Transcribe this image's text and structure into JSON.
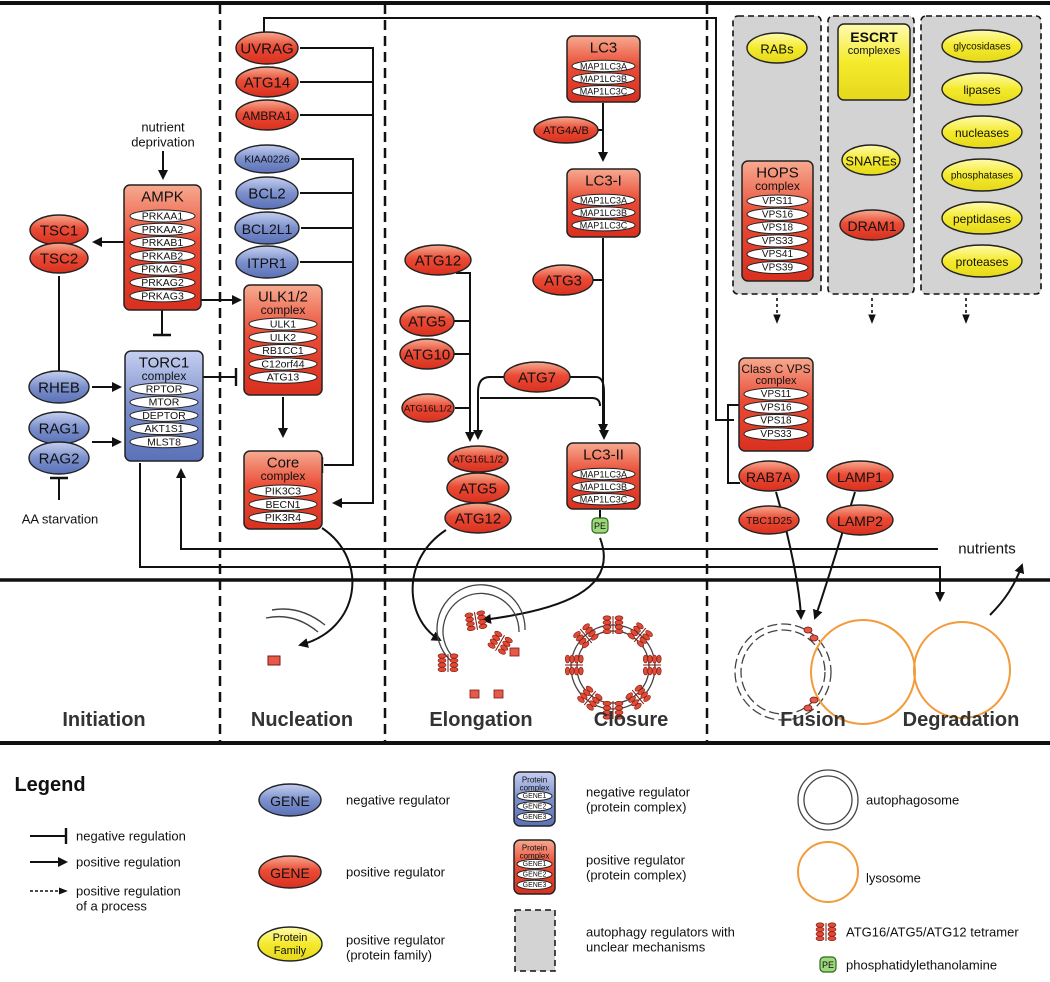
{
  "stages": [
    "Initiation",
    "Nucleation",
    "Elongation",
    "Closure",
    "Fusion",
    "Degradation"
  ],
  "labels": {
    "nutrient_deprivation": [
      "nutrient",
      "deprivation"
    ],
    "aa_starvation": "AA starvation",
    "nutrients": "nutrients"
  },
  "colors": {
    "red": "#e8433a",
    "blue": "#6f86c6",
    "yellow": "#f3ec35",
    "grey": "#d3d3d3",
    "orange": "#f39a3a",
    "green": "#8fcf6f"
  },
  "genes": {
    "tsc1": "TSC1",
    "tsc2": "TSC2",
    "rheb": "RHEB",
    "rag1": "RAG1",
    "rag2": "RAG2",
    "uvrag": "UVRAG",
    "atg14": "ATG14",
    "ambra1": "AMBRA1",
    "kiaa0226": "KIAA0226",
    "bcl2": "BCL2",
    "bcl2l1": "BCL2L1",
    "itpr1": "ITPR1",
    "atg12a": "ATG12",
    "atg5a": "ATG5",
    "atg10": "ATG10",
    "atg16l1a": "ATG16L1/2",
    "atg7": "ATG7",
    "atg3": "ATG3",
    "atg4": "ATG4A/B",
    "atg16l1b": "ATG16L1/2",
    "atg5b": "ATG5",
    "atg12b": "ATG12",
    "rab7a": "RAB7A",
    "lamp1": "LAMP1",
    "tbc1d25": "TBC1D25",
    "lamp2": "LAMP2",
    "dram1": "DRAM1"
  },
  "complexes": {
    "ampk": {
      "title": "AMPK",
      "sub": "",
      "members": [
        "PRKAA1",
        "PRKAA2",
        "PRKAB1",
        "PRKAB2",
        "PRKAG1",
        "PRKAG2",
        "PRKAG3"
      ]
    },
    "torc1": {
      "title": "TORC1",
      "sub": "complex",
      "members": [
        "RPTOR",
        "MTOR",
        "DEPTOR",
        "AKT1S1",
        "MLST8"
      ]
    },
    "ulk": {
      "title": "ULK1/2",
      "sub": "complex",
      "members": [
        "ULK1",
        "ULK2",
        "RB1CC1",
        "C12orf44",
        "ATG13"
      ]
    },
    "core": {
      "title": "Core",
      "sub": "complex",
      "members": [
        "PIK3C3",
        "BECN1",
        "PIK3R4"
      ]
    },
    "lc3": {
      "title": "LC3",
      "sub": "",
      "members": [
        "MAP1LC3A",
        "MAP1LC3B",
        "MAP1LC3C"
      ]
    },
    "lc3i": {
      "title": "LC3-I",
      "sub": "",
      "members": [
        "MAP1LC3A",
        "MAP1LC3B",
        "MAP1LC3C"
      ]
    },
    "lc3ii": {
      "title": "LC3-II",
      "sub": "",
      "members": [
        "MAP1LC3A",
        "MAP1LC3B",
        "MAP1LC3C"
      ]
    },
    "hops": {
      "title": "HOPS",
      "sub": "complex",
      "members": [
        "VPS11",
        "VPS16",
        "VPS18",
        "VPS33",
        "VPS41",
        "VPS39"
      ]
    },
    "classc": {
      "title": "Class C VPS",
      "sub": "complex",
      "members": [
        "VPS11",
        "VPS16",
        "VPS18",
        "VPS33"
      ]
    }
  },
  "pe": "PE",
  "families": {
    "rabs": "RABs",
    "snares": "SNAREs",
    "escrt_title": "ESCRT",
    "escrt_sub": "complexes",
    "items": [
      "glycosidases",
      "lipases",
      "nucleases",
      "phosphatases",
      "peptidases",
      "proteases"
    ]
  },
  "legend": {
    "title": "Legend",
    "neg_reg": "negative regulation",
    "pos_reg": "positive regulation",
    "pos_proc": [
      "positive regulation",
      "of a process"
    ],
    "gene": "GENE",
    "neg_regulator": "negative regulator",
    "pos_regulator": "positive regulator",
    "protein_family": [
      "Protein",
      "Family"
    ],
    "pos_reg_family": [
      "positive regulator",
      "(protein family)"
    ],
    "complex_label": [
      "Protein",
      "complex"
    ],
    "complex_genes": [
      "GENE1",
      "GENE2",
      "GENE3"
    ],
    "neg_reg_complex": [
      "negative regulator",
      "(protein complex)"
    ],
    "pos_reg_complex": [
      "positive regulator",
      "(protein complex)"
    ],
    "unclear": [
      "autophagy regulators with",
      "unclear mechanisms"
    ],
    "autophagosome": "autophagosome",
    "lysosome": "lysosome",
    "tetramer": "ATG16/ATG5/ATG12 tetramer",
    "pe_label": "phosphatidylethanolamine"
  }
}
